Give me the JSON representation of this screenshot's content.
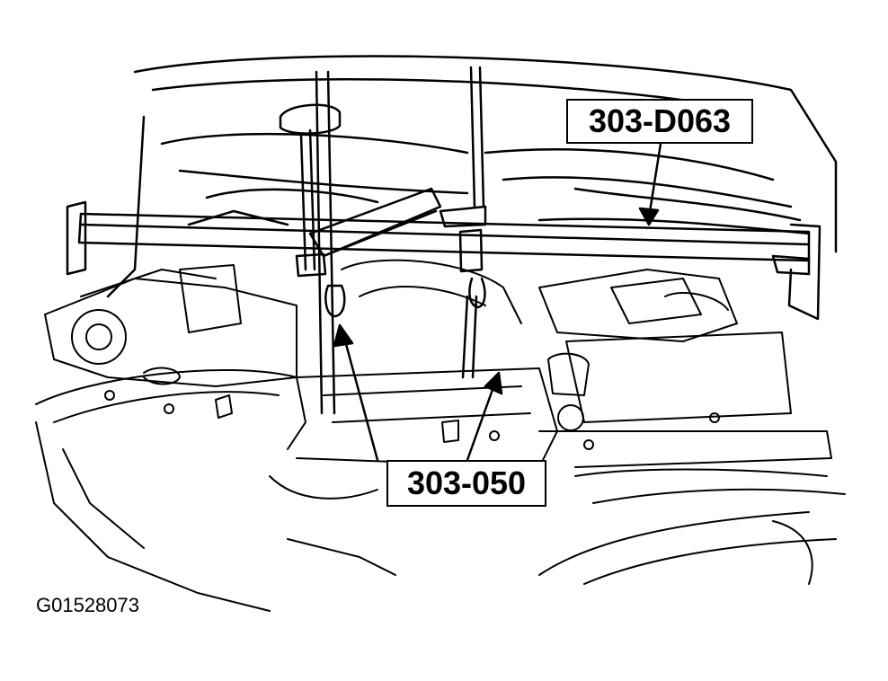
{
  "figure": {
    "id_code": "G01528073"
  },
  "callouts": [
    {
      "key": "engine_support_bar",
      "text": "303-D063"
    },
    {
      "key": "lifting_brackets",
      "text": "303-050"
    }
  ],
  "colors": {
    "line": "#000000",
    "background": "#ffffff"
  }
}
